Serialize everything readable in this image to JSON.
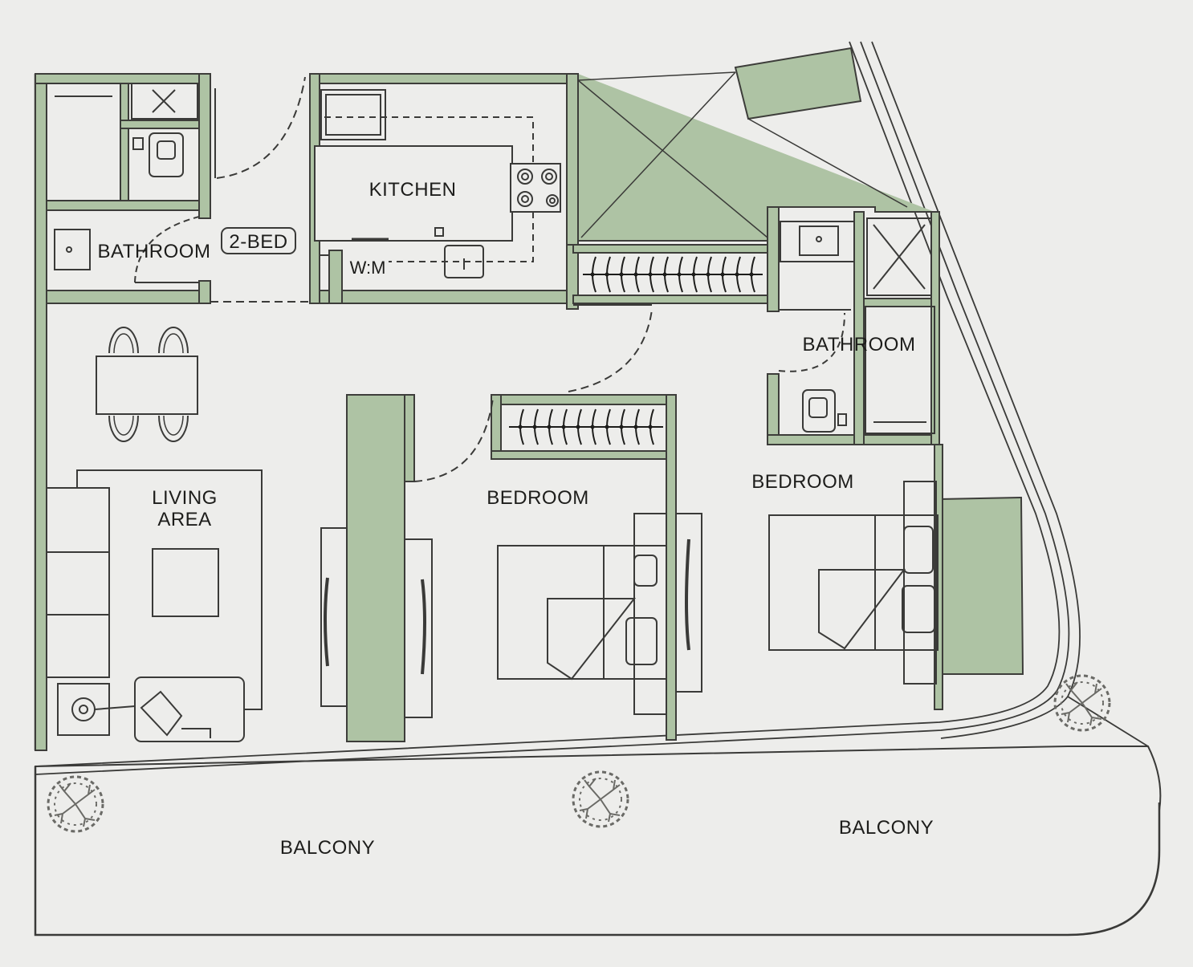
{
  "labels": {
    "kitchen": "KITCHEN",
    "bathroom_left": "BATHROOM",
    "unit_tag": "2-BED",
    "washing_machine": "W:M",
    "bathroom_right": "BATHROOM",
    "living_line1": "LIVING",
    "living_line2": "AREA",
    "bedroom_center": "BEDROOM",
    "bedroom_right": "BEDROOM",
    "balcony_left": "BALCONY",
    "balcony_right": "BALCONY"
  },
  "colors": {
    "wall_fill": "#aec3a4",
    "wall_edge": "#3d3d3a",
    "floor": "#ededeb",
    "line": "#3a3a38"
  }
}
